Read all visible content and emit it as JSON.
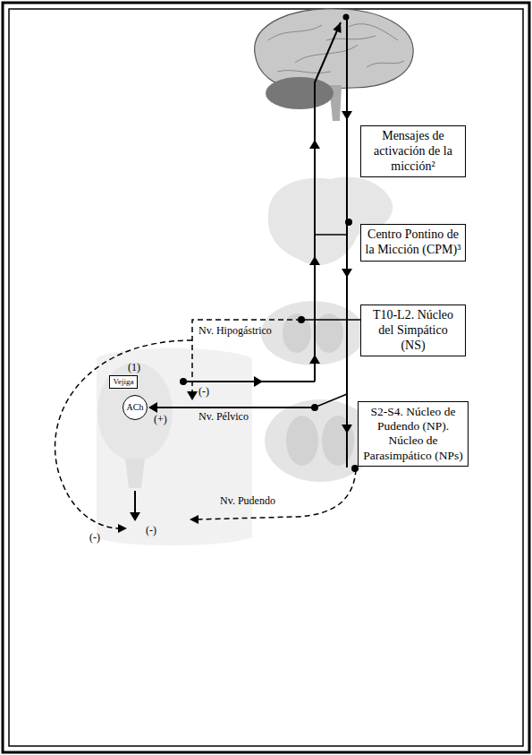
{
  "diagram": {
    "nodes": [
      {
        "text": [
          "Mensajes de activación de la micción²"
        ]
      },
      {
        "text": [
          "Centro Pontino de la Micción (CPM)³"
        ]
      },
      {
        "text": [
          "T10-L2. Núcleo del Simpático (NS)"
        ]
      },
      {
        "text": [
          "S2-S4. Núcleo de Pudendo (NP). Núcleo de Parasimpático (NPs)"
        ]
      },
      {
        "text": [
          "Vejiga"
        ]
      },
      {
        "text": [
          "ACh"
        ]
      }
    ],
    "labels": [
      "Nv. Hipogástrico",
      "(-)",
      "(1)",
      "(+)",
      "Nv. Pélvico",
      "(-)",
      "(-)",
      "Nv. Pudendo"
    ]
  }
}
